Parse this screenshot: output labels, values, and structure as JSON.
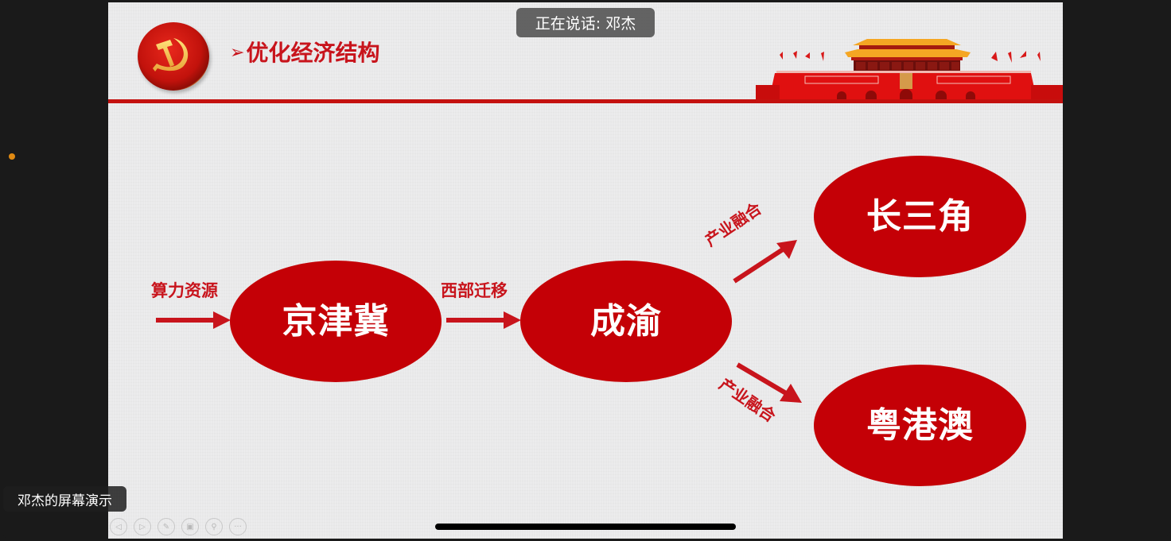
{
  "meeting": {
    "speaking_indicator": "正在说话: 邓杰",
    "presenter_label": "邓杰的屏幕演示",
    "status_dot_color": "#e08a12"
  },
  "slide": {
    "title_bullet": "➢",
    "title": "优化经济结构",
    "accent_color": "#c8141c",
    "node_color": "#c40006",
    "icons": {
      "emblem": "party-emblem-icon",
      "gate": "tiananmen-gate-icon"
    },
    "diagram": {
      "nodes": [
        {
          "id": "jingjinji",
          "label": "京津冀"
        },
        {
          "id": "chengyu",
          "label": "成渝"
        },
        {
          "id": "changsanjiao",
          "label": "长三角"
        },
        {
          "id": "yuegangao",
          "label": "粤港澳"
        }
      ],
      "edges": [
        {
          "from": "",
          "to": "jingjinji",
          "label": "算力资源"
        },
        {
          "from": "jingjinji",
          "to": "chengyu",
          "label": "西部迁移"
        },
        {
          "from": "chengyu",
          "to": "changsanjiao",
          "label": "产业融合"
        },
        {
          "from": "chengyu",
          "to": "yuegangao",
          "label": "产业融合"
        }
      ]
    }
  },
  "presentation_toolbar": {
    "tools": [
      {
        "name": "previous-slide",
        "glyph": "◁"
      },
      {
        "name": "next-slide",
        "glyph": "▷"
      },
      {
        "name": "pen",
        "glyph": "✎"
      },
      {
        "name": "slides-overview",
        "glyph": "▣"
      },
      {
        "name": "zoom",
        "glyph": "⚲"
      },
      {
        "name": "more",
        "glyph": "···"
      }
    ]
  }
}
